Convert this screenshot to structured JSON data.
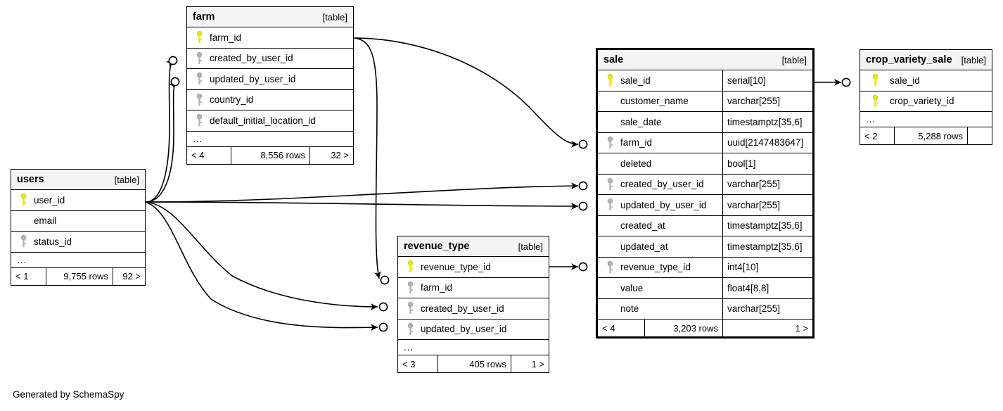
{
  "diagram": {
    "credit": "Generated by SchemaSpy",
    "table_kind_label": "[table]",
    "ellipsis": "...",
    "colors": {
      "primary_key": "#e8e800",
      "foreign_key": "#b3b3b3",
      "header_background": "#f4f4f4",
      "border": "#000000",
      "background": "#ffffff"
    }
  },
  "tables": {
    "farm": {
      "name": "farm",
      "kind": "[table]",
      "columns": [
        {
          "name": "farm_id",
          "key": "primary"
        },
        {
          "name": "created_by_user_id",
          "key": "foreign"
        },
        {
          "name": "updated_by_user_id",
          "key": "foreign"
        },
        {
          "name": "country_id",
          "key": "foreign"
        },
        {
          "name": "default_initial_location_id",
          "key": "foreign"
        }
      ],
      "more": "...",
      "footer": {
        "left": "< 4",
        "middle": "8,556 rows",
        "right": "32 >"
      }
    },
    "users": {
      "name": "users",
      "kind": "[table]",
      "columns": [
        {
          "name": "user_id",
          "key": "primary"
        },
        {
          "name": "email",
          "key": "none"
        },
        {
          "name": "status_id",
          "key": "foreign"
        }
      ],
      "more": "...",
      "footer": {
        "left": "< 1",
        "middle": "9,755 rows",
        "right": "92 >"
      }
    },
    "revenue_type": {
      "name": "revenue_type",
      "kind": "[table]",
      "columns": [
        {
          "name": "revenue_type_id",
          "key": "primary"
        },
        {
          "name": "farm_id",
          "key": "foreign"
        },
        {
          "name": "created_by_user_id",
          "key": "foreign"
        },
        {
          "name": "updated_by_user_id",
          "key": "foreign"
        }
      ],
      "more": "...",
      "footer": {
        "left": "< 3",
        "middle": "405 rows",
        "right": "1 >"
      }
    },
    "sale": {
      "name": "sale",
      "kind": "[table]",
      "columns": [
        {
          "name": "sale_id",
          "key": "primary",
          "type": "serial[10]"
        },
        {
          "name": "customer_name",
          "key": "none",
          "type": "varchar[255]"
        },
        {
          "name": "sale_date",
          "key": "none",
          "type": "timestamptz[35,6]"
        },
        {
          "name": "farm_id",
          "key": "foreign",
          "type": "uuid[2147483647]"
        },
        {
          "name": "deleted",
          "key": "none",
          "type": "bool[1]"
        },
        {
          "name": "created_by_user_id",
          "key": "foreign",
          "type": "varchar[255]"
        },
        {
          "name": "updated_by_user_id",
          "key": "foreign",
          "type": "varchar[255]"
        },
        {
          "name": "created_at",
          "key": "none",
          "type": "timestamptz[35,6]"
        },
        {
          "name": "updated_at",
          "key": "none",
          "type": "timestamptz[35,6]"
        },
        {
          "name": "revenue_type_id",
          "key": "foreign",
          "type": "int4[10]"
        },
        {
          "name": "value",
          "key": "none",
          "type": "float4[8,8]"
        },
        {
          "name": "note",
          "key": "none",
          "type": "varchar[255]"
        }
      ],
      "footer": {
        "left": "< 4",
        "middle": "3,203 rows",
        "right": "1 >"
      }
    },
    "crop_variety_sale": {
      "name": "crop_variety_sale",
      "kind": "[table]",
      "columns": [
        {
          "name": "sale_id",
          "key": "primary"
        },
        {
          "name": "crop_variety_id",
          "key": "primary"
        }
      ],
      "more": "...",
      "footer": {
        "left": "< 2",
        "middle": "5,288 rows",
        "right": ""
      }
    }
  }
}
